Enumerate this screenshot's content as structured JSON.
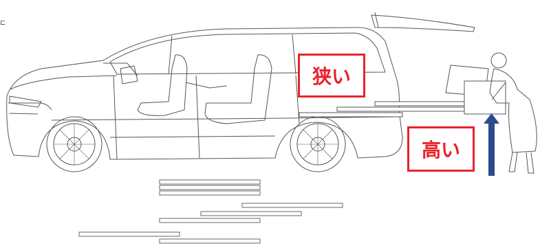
{
  "labels": {
    "narrow": "狭い",
    "high": "高い"
  },
  "corner_mark": "⊏",
  "colors": {
    "label_red": "#e8232b",
    "arrow_blue": "#2e4a8c",
    "line": "#555555"
  },
  "icons": [
    "suv-side-view",
    "person-carrying-box",
    "up-arrow",
    "ramp-rails"
  ]
}
